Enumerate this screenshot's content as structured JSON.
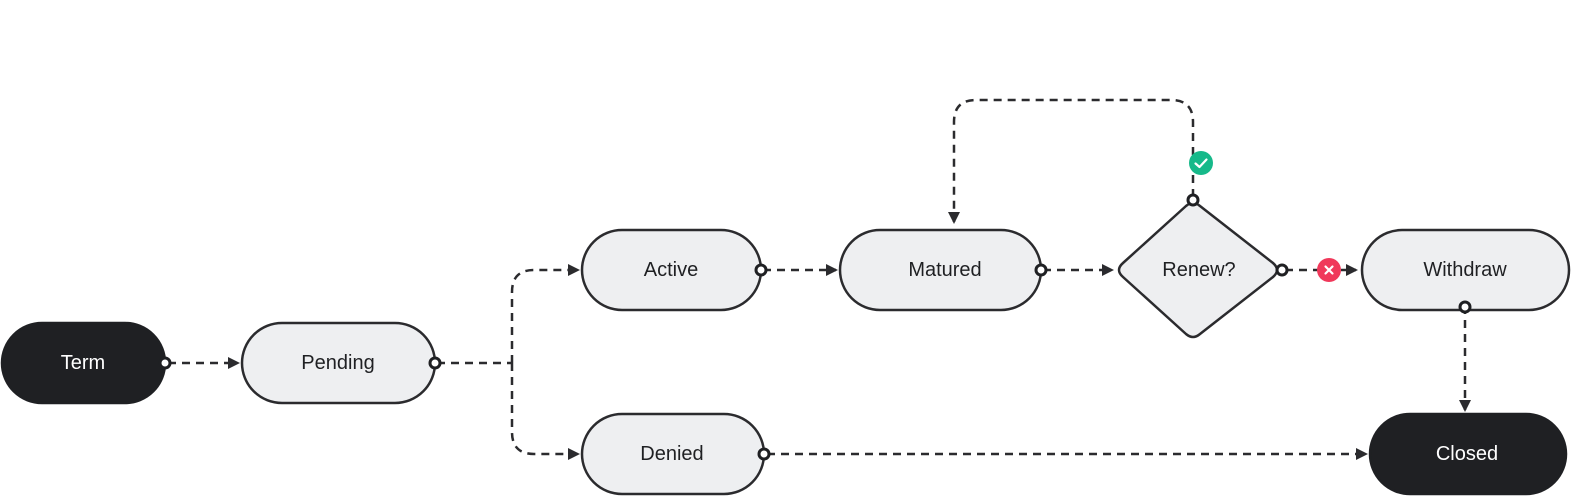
{
  "colors": {
    "stroke": "#2b2b2e",
    "light_fill": "#eeeff1",
    "dark_fill": "#1f2023",
    "light_text": "#1f2023",
    "dark_text": "#ffffff",
    "yes_badge": "#16b98a",
    "no_badge": "#f0385a"
  },
  "nodes": {
    "term": "Term",
    "pending": "Pending",
    "active": "Active",
    "denied": "Denied",
    "matured": "Matured",
    "renew": "Renew?",
    "withdraw": "Withdraw",
    "closed": "Closed"
  },
  "badges": {
    "yes_icon": "check-icon",
    "no_icon": "x-icon"
  }
}
